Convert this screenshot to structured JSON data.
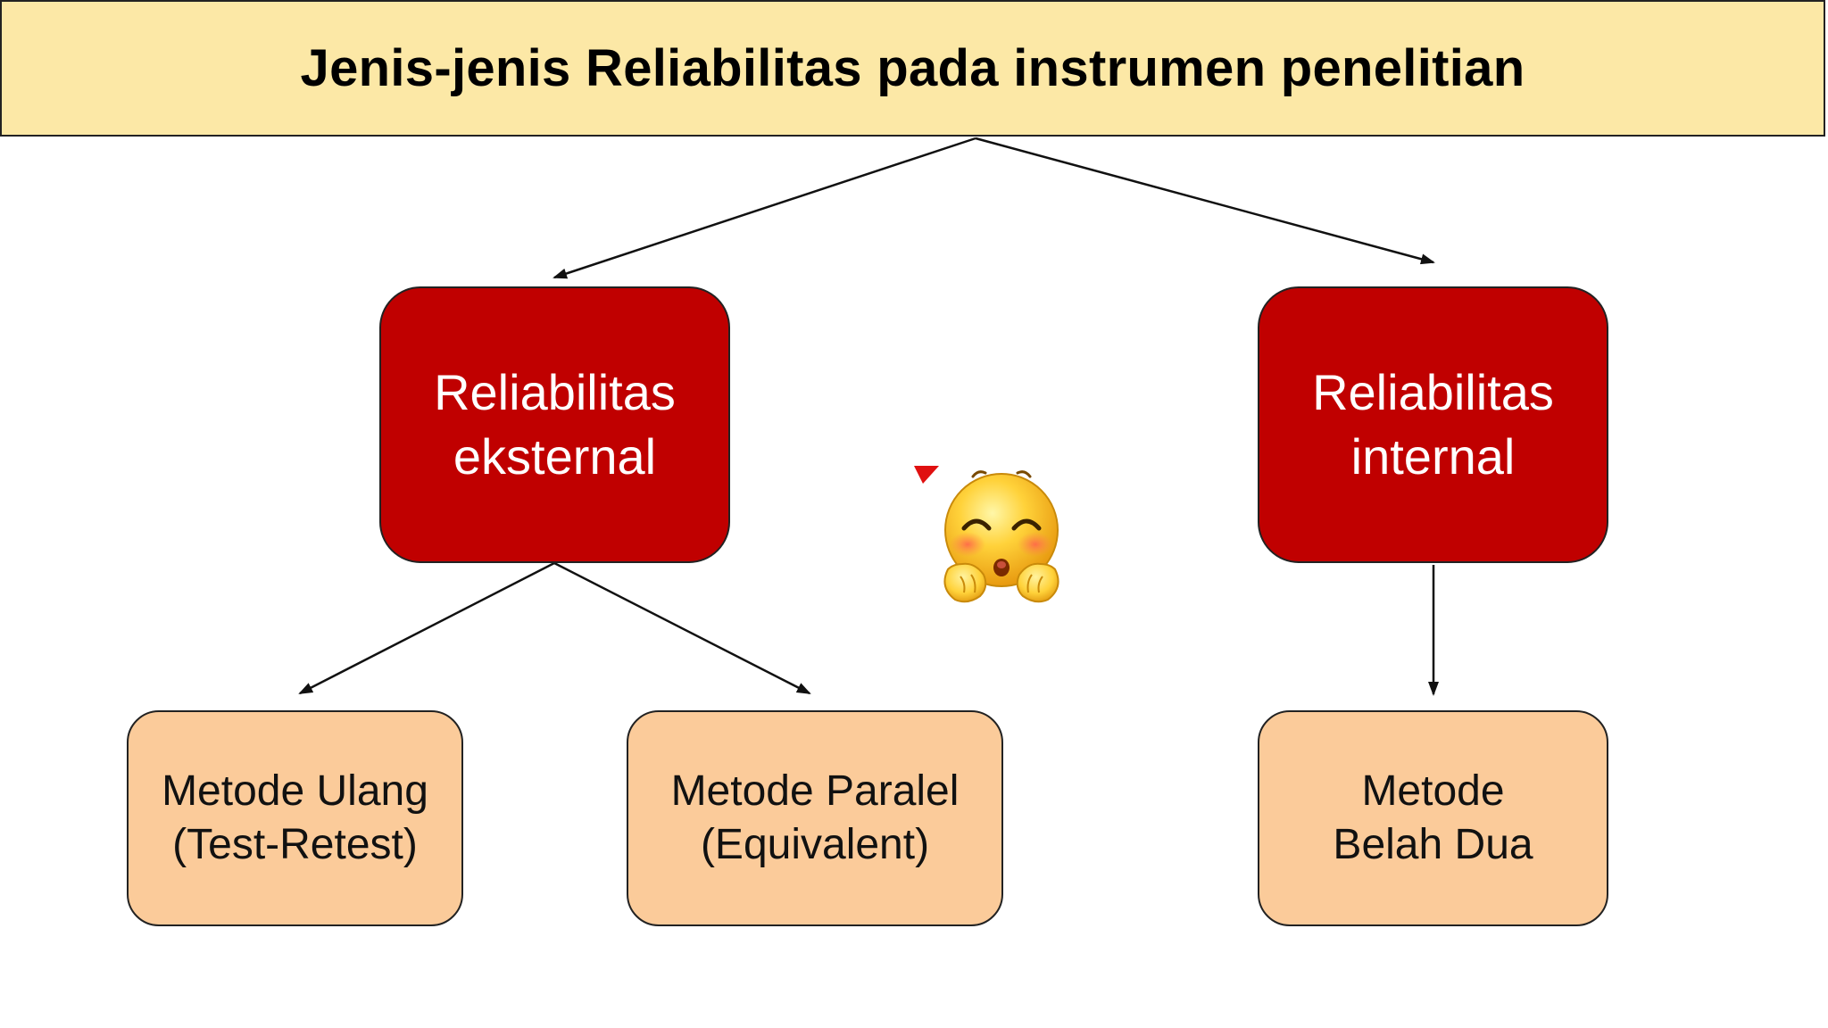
{
  "title": "Jenis-jenis Reliabilitas pada instrumen penelitian",
  "nodes": {
    "external": {
      "line1": "Reliabilitas",
      "line2": "eksternal"
    },
    "internal": {
      "line1": "Reliabilitas",
      "line2": "internal"
    },
    "test_retest": {
      "line1": "Metode Ulang",
      "line2": "(Test-Retest)"
    },
    "paralel": {
      "line1": "Metode Paralel",
      "line2": "(Equivalent)"
    },
    "belah_dua": {
      "line1": "Metode",
      "line2": "Belah Dua"
    }
  },
  "edges": [
    {
      "from": "title",
      "to": "external"
    },
    {
      "from": "title",
      "to": "internal"
    },
    {
      "from": "external",
      "to": "test_retest"
    },
    {
      "from": "external",
      "to": "paralel"
    },
    {
      "from": "internal",
      "to": "belah_dua"
    }
  ],
  "colors": {
    "title_background": "#fce8a6",
    "level1_fill": "#c00000",
    "level2_fill": "#fbcb9a",
    "connector": "#111111"
  },
  "decoration": {
    "icon": "blushing-smiley-icon"
  }
}
